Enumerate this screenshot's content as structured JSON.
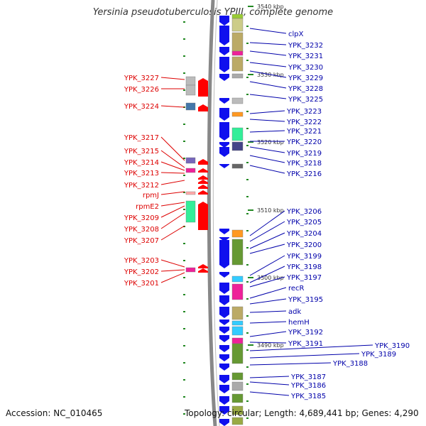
{
  "title": "Yersinia pseudotuberculosis YPIII, complete genome",
  "accession": "Accession: NC_010465",
  "topology": "Topology: circular; Length: 4,689,441 bp; Genes: 4,290",
  "colors": {
    "minus_label": "#dd0000",
    "plus_label": "#0000aa",
    "minus_arrow": "#ff0000",
    "plus_arrow": "#1010ee",
    "backbone": "#888888",
    "tick": "#228822"
  },
  "scale_labels": [
    "3540 kbp",
    "3530 kbp",
    "3520 kbp",
    "3510 kbp",
    "3500 kbp",
    "3490 kbp"
  ],
  "minus_genes": [
    "YPK_3227",
    "YPK_3226",
    "YPK_3224",
    "YPK_3217",
    "YPK_3215",
    "YPK_3214",
    "YPK_3213",
    "YPK_3212",
    "rpmJ",
    "rpmE2",
    "YPK_3209",
    "YPK_3208",
    "YPK_3207",
    "YPK_3203",
    "YPK_3202",
    "YPK_3201"
  ],
  "plus_genes": [
    "clpX",
    "YPK_3232",
    "YPK_3231",
    "YPK_3230",
    "YPK_3229",
    "YPK_3228",
    "YPK_3225",
    "YPK_3223",
    "YPK_3222",
    "YPK_3221",
    "YPK_3220",
    "YPK_3219",
    "YPK_3218",
    "YPK_3216",
    "YPK_3206",
    "YPK_3205",
    "YPK_3204",
    "YPK_3200",
    "YPK_3199",
    "YPK_3198",
    "YPK_3197",
    "recR",
    "YPK_3195",
    "adk",
    "hemH",
    "YPK_3192",
    "YPK_3191",
    "YPK_3190",
    "YPK_3189",
    "YPK_3188",
    "YPK_3187",
    "YPK_3186",
    "YPK_3185"
  ]
}
